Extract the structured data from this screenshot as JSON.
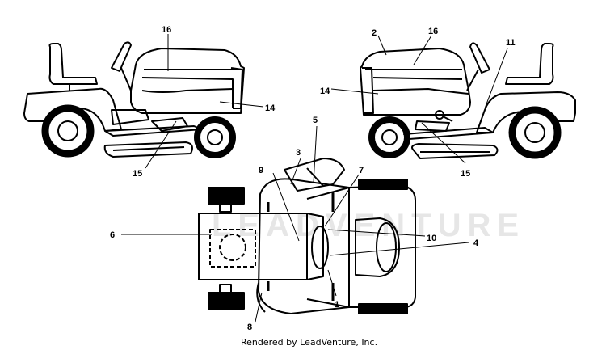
{
  "watermark": "LEADVENTURE",
  "credit": "Rendered by LeadVenture, Inc.",
  "callouts": {
    "l16": "16",
    "l14": "14",
    "l15": "15",
    "r2": "2",
    "r16": "16",
    "r11": "11",
    "r14": "14",
    "r15": "15",
    "t5": "5",
    "t3": "3",
    "t9": "9",
    "t7": "7",
    "t6": "6",
    "t10": "10",
    "t4": "4",
    "t1": "1",
    "t8": "8"
  },
  "colors": {
    "line": "#000000",
    "background": "#ffffff",
    "watermark": "#e6e6e6"
  }
}
